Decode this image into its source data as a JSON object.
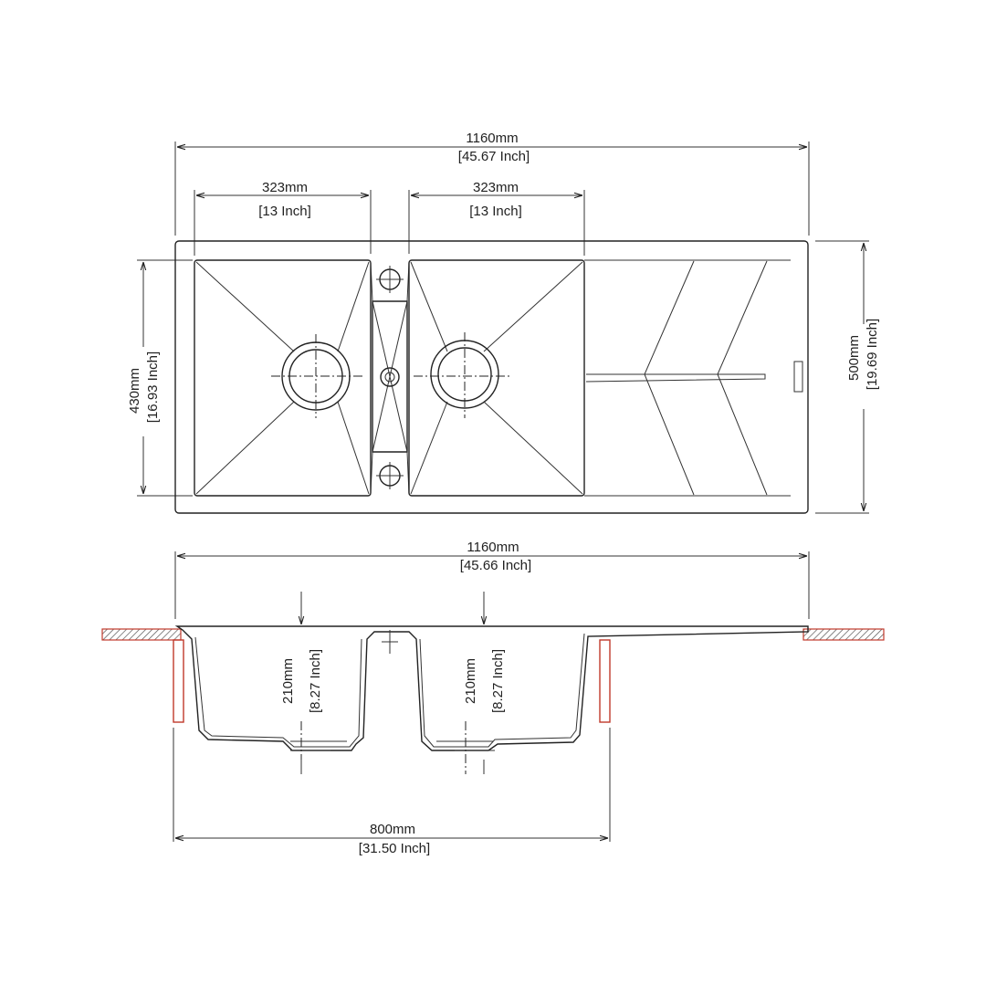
{
  "top_view": {
    "overall_width": {
      "mm": "1160mm",
      "inch": "[45.67 Inch]"
    },
    "left_bowl_width": {
      "mm": "323mm",
      "inch": "[13 Inch]"
    },
    "right_bowl_width": {
      "mm": "323mm",
      "inch": "[13 Inch]"
    },
    "bowl_depth": {
      "mm": "430mm",
      "inch": "[16.93 Inch]"
    },
    "overall_depth": {
      "mm": "500mm",
      "inch": "[19.69 Inch]"
    }
  },
  "side_view": {
    "overall_width": {
      "mm": "1160mm",
      "inch": "[45.66 Inch]"
    },
    "left_bowl_height": {
      "mm": "210mm",
      "inch": "[8.27 Inch]"
    },
    "right_bowl_height": {
      "mm": "210mm",
      "inch": "[8.27 Inch]"
    },
    "cabinet_width": {
      "mm": "800mm",
      "inch": "[31.50 Inch]"
    }
  },
  "colors": {
    "line": "#222222",
    "cabinet": "#c0392b",
    "countertop_hatch": "#555555"
  }
}
